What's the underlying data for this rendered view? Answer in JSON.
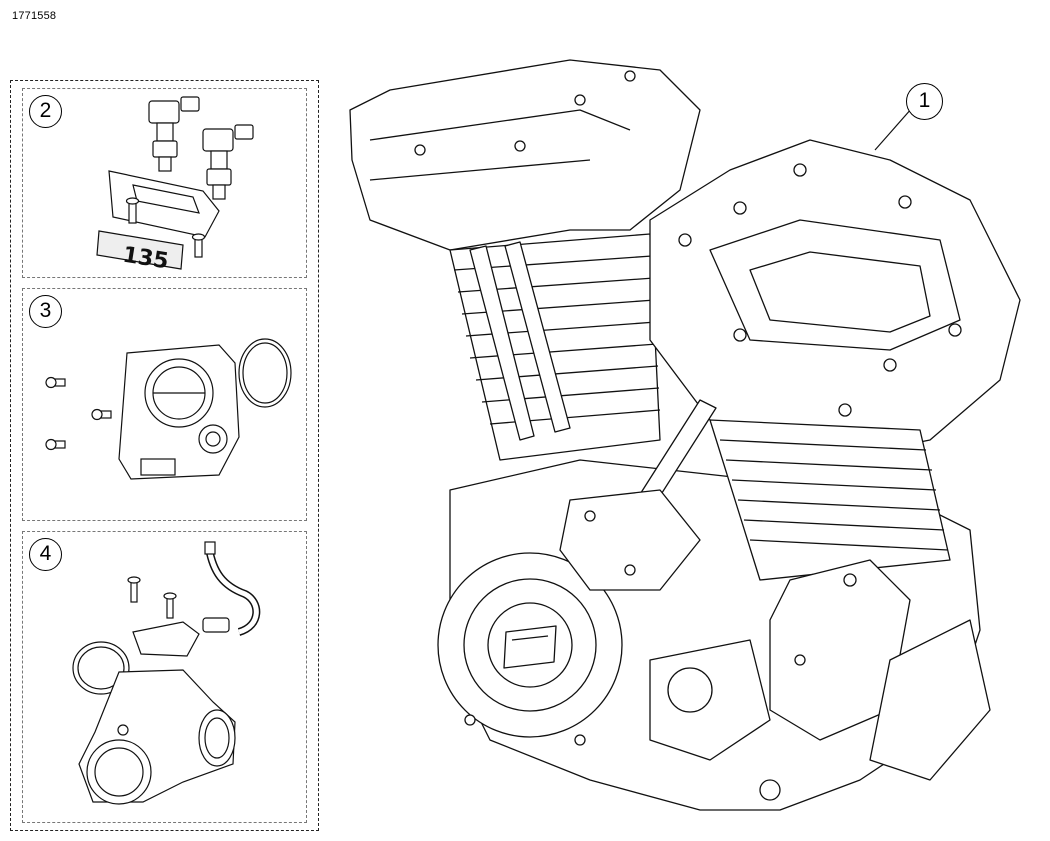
{
  "figure": {
    "id": "1771558"
  },
  "callouts": {
    "c1": "1",
    "c2": "2",
    "c3": "3",
    "c4": "4"
  },
  "kits": [
    {
      "number": "2",
      "part": "fuel injectors and fuel rail"
    },
    {
      "number": "3",
      "part": "throttle body"
    },
    {
      "number": "4",
      "part": "intake manifold and fuel line"
    }
  ],
  "labels": {
    "injector_badge": "135"
  },
  "colors": {
    "line": "#111111",
    "dash_outer": "#222222",
    "dash_inner": "#777777"
  }
}
